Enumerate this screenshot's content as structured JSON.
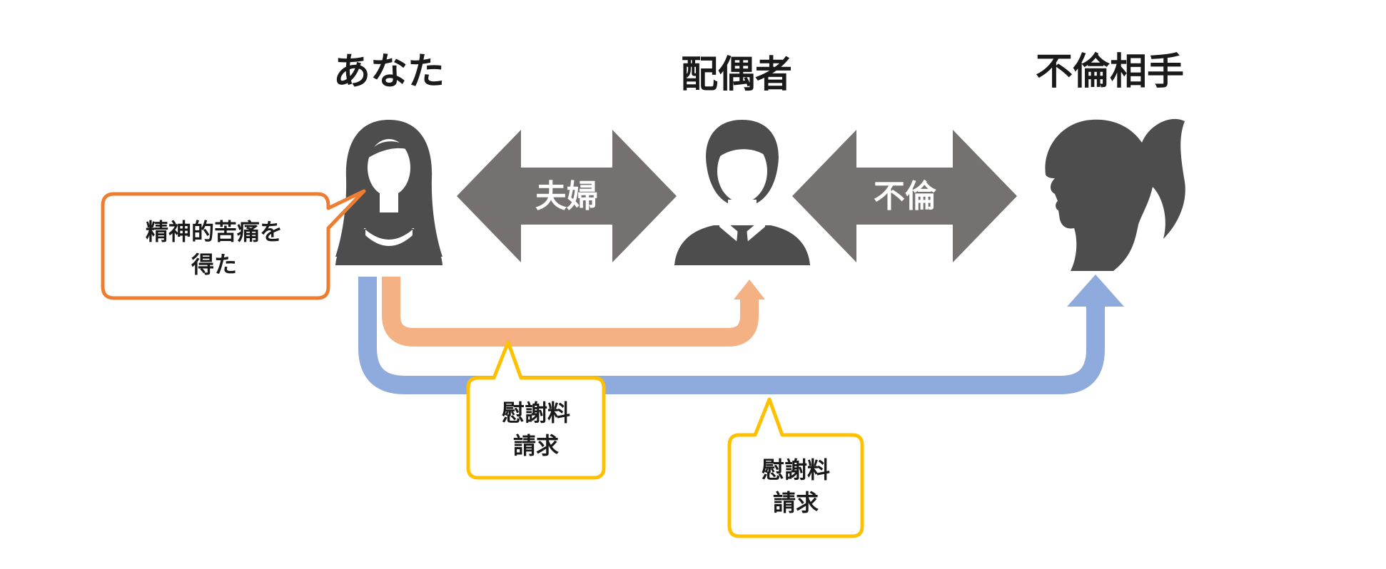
{
  "people": {
    "you": {
      "label": "あなた"
    },
    "spouse": {
      "label": "配偶者"
    },
    "affair_partner": {
      "label": "不倫相手"
    }
  },
  "relations": {
    "marriage": {
      "label": "夫婦"
    },
    "affair": {
      "label": "不倫"
    }
  },
  "callouts": {
    "distress": {
      "line1": "精神的苦痛を",
      "line2": "得た"
    },
    "claim_spouse": {
      "line1": "慰謝料",
      "line2": "請求"
    },
    "claim_partner": {
      "line1": "慰謝料",
      "line2": "請求"
    }
  },
  "colors": {
    "icon": "#4d4d4d",
    "relation_arrow": "#767171",
    "claim_to_spouse": "#f4b183",
    "claim_to_partner": "#8faadc",
    "distress_border": "#ed7d31",
    "claim_border": "#ffc000"
  }
}
